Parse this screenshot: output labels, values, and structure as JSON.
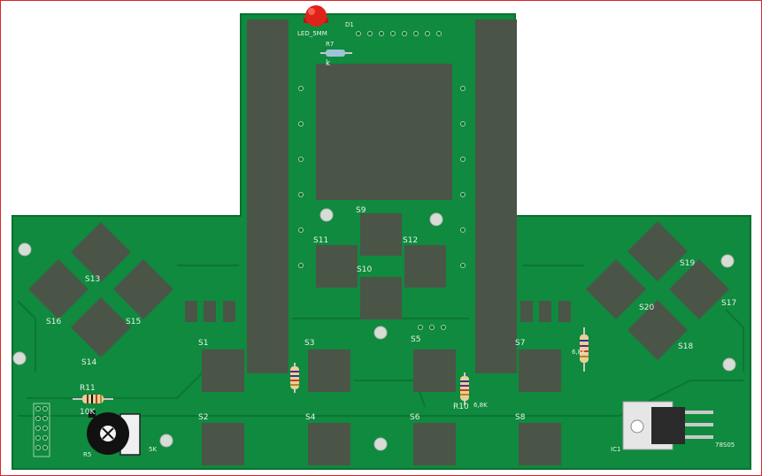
{
  "colors": {
    "board": "#0f8a3e",
    "board_dark": "#0b6f31",
    "pad": "#4a5547",
    "silk": "#e8f2ea",
    "hole": "#d8dcd6",
    "led": "#e0231a",
    "frame": "#d8262a"
  },
  "labels": {
    "s1": "S1",
    "s2": "S2",
    "s3": "S3",
    "s4": "S4",
    "s5": "S5",
    "s6": "S6",
    "s7": "S7",
    "s8": "S8",
    "s9": "S9",
    "s10": "S10",
    "s11": "S11",
    "s12": "S12",
    "s13": "S13",
    "s14": "S14",
    "s15": "S15",
    "s16": "S16",
    "s17": "S17",
    "s18": "S18",
    "s19": "S19",
    "s20": "S20",
    "r11": "R11",
    "r11_val": "10K",
    "r10": "R10",
    "r10_val": "6,8K",
    "r9_val": "6,8K",
    "led_ref": "D1",
    "r_led": "R7",
    "k_mark": "k",
    "led_label": "LED_5MM",
    "ic1": "IC1",
    "reg": "78S05",
    "r5": "R5",
    "pot_val": "5K"
  }
}
